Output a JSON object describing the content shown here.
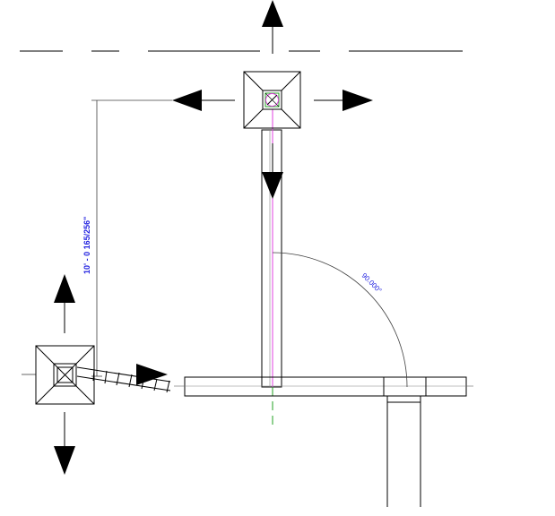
{
  "view": {
    "type": "floor-plan-cad-view",
    "background": "#ffffff"
  },
  "dimensions": {
    "length_label": "10' - 0 165/256\"",
    "angle_label": "90.000°"
  },
  "colors": {
    "linework": "#000000",
    "thin_line": "#404040",
    "dimension_text": "#2323e0",
    "centerline": "#e040e0",
    "reference_line": "#20a020"
  },
  "controls": {
    "move_arrows": [
      "drag-arrow-up",
      "drag-arrow-down",
      "drag-arrow-left",
      "drag-arrow-right"
    ]
  }
}
